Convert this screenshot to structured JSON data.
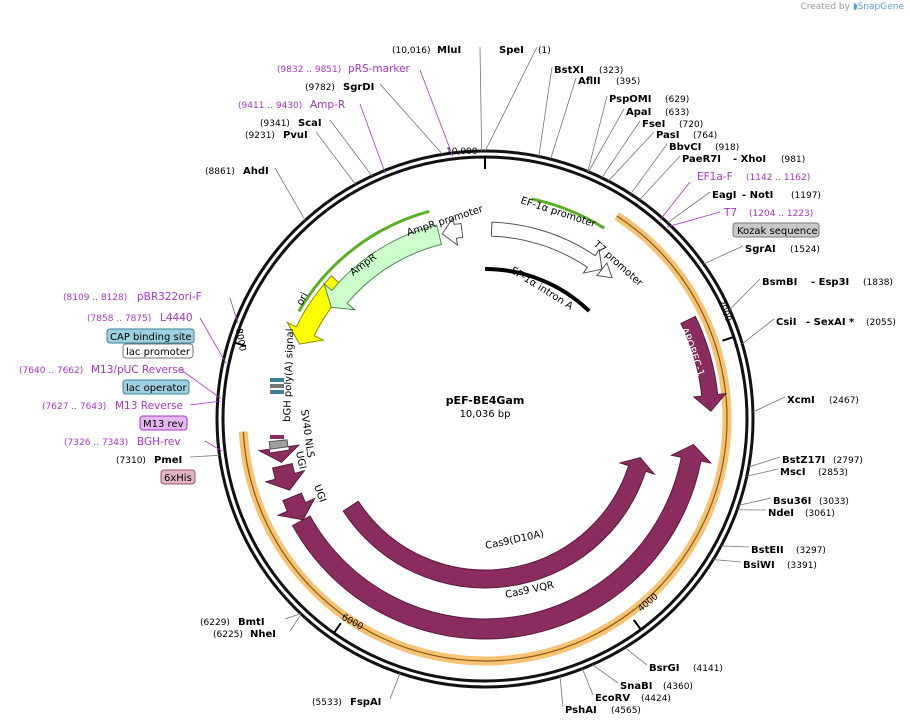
{
  "credit": {
    "prefix": "Created by",
    "brand": "SnapGene"
  },
  "plasmid": {
    "name": "pEF-BE4Gam",
    "size": "10,036 bp",
    "length": 10036
  },
  "ticks": [
    "10,000",
    "2000",
    "4000",
    "6000",
    "8000"
  ],
  "sites": [
    {
      "name": "SpeI",
      "pos": "(1)"
    },
    {
      "name": "MluI",
      "pos": "(10,016)"
    },
    {
      "name": "BstXI",
      "pos": "(323)"
    },
    {
      "name": "AflII",
      "pos": "(395)"
    },
    {
      "name": "PspOMI",
      "pos": "(629)"
    },
    {
      "name": "ApaI",
      "pos": "(633)"
    },
    {
      "name": "FseI",
      "pos": "(720)"
    },
    {
      "name": "PasI",
      "pos": "(764)"
    },
    {
      "name": "BbvCI",
      "pos": "(918)"
    },
    {
      "name": "PaeR7I",
      "name2": "XhoI",
      "pos": "(981)"
    },
    {
      "name": "EagI",
      "name2": "NotI",
      "pos": "(1197)"
    },
    {
      "name": "SgrAI",
      "pos": "(1524)"
    },
    {
      "name": "BsmBI",
      "name2": "Esp3I",
      "pos": "(1838)"
    },
    {
      "name": "CsiI",
      "name2": "SexAI *",
      "pos": "(2055)"
    },
    {
      "name": "XcmI",
      "pos": "(2467)"
    },
    {
      "name": "BstZ17I",
      "pos": "(2797)"
    },
    {
      "name": "MscI",
      "pos": "(2853)"
    },
    {
      "name": "Bsu36I",
      "pos": "(3033)"
    },
    {
      "name": "NdeI",
      "pos": "(3061)"
    },
    {
      "name": "BstEII",
      "pos": "(3297)"
    },
    {
      "name": "BsiWI",
      "pos": "(3391)"
    },
    {
      "name": "BsrGI",
      "pos": "(4141)"
    },
    {
      "name": "SnaBI",
      "pos": "(4360)"
    },
    {
      "name": "EcoRV",
      "pos": "(4424)"
    },
    {
      "name": "PshAI",
      "pos": "(4565)"
    },
    {
      "name": "FspAI",
      "pos": "(5533)"
    },
    {
      "name": "BmtI",
      "pos": "(6229)"
    },
    {
      "name": "NheI",
      "pos": "(6225)"
    },
    {
      "name": "PmeI",
      "pos": "(7310)"
    },
    {
      "name": "AhdI",
      "pos": "(8861)"
    },
    {
      "name": "PvuI",
      "pos": "(9231)"
    },
    {
      "name": "ScaI",
      "pos": "(9341)"
    },
    {
      "name": "SgrDI",
      "pos": "(9782)"
    }
  ],
  "primers": [
    {
      "name": "pRS-marker",
      "pos": "(9832 .. 9851)"
    },
    {
      "name": "Amp-R",
      "pos": "(9411 .. 9430)"
    },
    {
      "name": "EF1a-F",
      "pos": "(1142 .. 1162)"
    },
    {
      "name": "T7",
      "pos": "(1204 .. 1223)"
    },
    {
      "name": "pBR322ori-F",
      "pos": "(8109 .. 8128)"
    },
    {
      "name": "L4440",
      "pos": "(7858 .. 7875)"
    },
    {
      "name": "M13/pUC Reverse",
      "pos": "(7640 .. 7662)"
    },
    {
      "name": "M13 Reverse",
      "pos": "(7627 .. 7643)"
    },
    {
      "name": "BGH-rev",
      "pos": "(7326 .. 7343)"
    }
  ],
  "boxes": [
    {
      "label": "Kozak sequence",
      "fill": "#c8c8c8",
      "stroke": "#777777"
    },
    {
      "label": "CAP binding site",
      "fill": "#9fd0e0",
      "stroke": "#3c7f96"
    },
    {
      "label": "lac promoter",
      "fill": "#ffffff",
      "stroke": "#777777"
    },
    {
      "label": "lac operator",
      "fill": "#9fd0e0",
      "stroke": "#3c7f96"
    },
    {
      "label": "M13 rev",
      "fill": "#e6b8f2",
      "stroke": "#a935c9"
    },
    {
      "label": "6xHis",
      "fill": "#e3b3bf",
      "stroke": "#9a5a6a"
    }
  ],
  "features": [
    {
      "label": "EF-1α promoter",
      "fill": "#ffffff"
    },
    {
      "label": "T7 promoter",
      "fill": "#ffffff"
    },
    {
      "label": "EF-1α intron A",
      "fill": "#000000"
    },
    {
      "label": "APOBEC-1",
      "fill": "#8b2c5e"
    },
    {
      "label": "Cas9(D10A)",
      "fill": "#8b2c5e"
    },
    {
      "label": "Cas9 VQR",
      "fill": "#8b2c5e"
    },
    {
      "label": "UGI",
      "fill": "#8b2c5e"
    },
    {
      "label": "UGI",
      "fill": "#8b2c5e"
    },
    {
      "label": "SV40 NLS",
      "fill": "#8b2c5e"
    },
    {
      "label": "bGH poly(A) signal",
      "fill": "#a0a0a0"
    },
    {
      "label": "ori",
      "fill": "#ffff00"
    },
    {
      "label": "AmpR",
      "fill": "#ccffcc"
    },
    {
      "label": "AmpR promoter",
      "fill": "#ffffff"
    }
  ],
  "colors": {
    "site": "#000000",
    "primer": "#a935c9",
    "orf": "#8b2c5e",
    "orfBand": "#f5b85c",
    "primerArrow": "#5ab023",
    "backbone": "#000000"
  }
}
